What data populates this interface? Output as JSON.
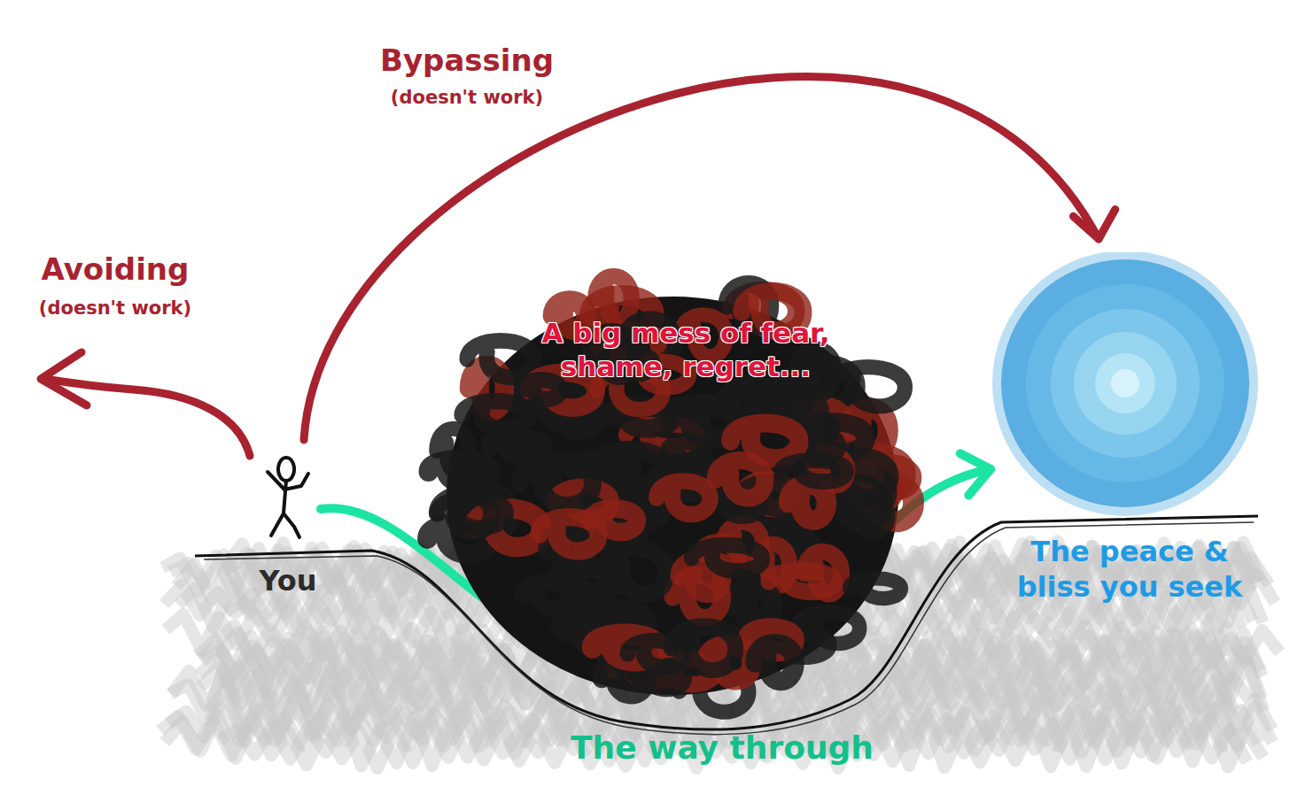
{
  "diagram": {
    "nodes": [
      {
        "text": [
          "You"
        ]
      },
      {
        "text": [
          "A big mess of fear, shame, regret..."
        ]
      },
      {
        "text": [
          "The peace & bliss you seek"
        ]
      }
    ],
    "edges": [
      {
        "from": 0,
        "to": 2,
        "arrow": "to",
        "label": "Bypassing"
      },
      {
        "from": 0,
        "to": 2,
        "arrow": "to",
        "label": "The way through"
      }
    ],
    "labels": [
      "(doesn't work)",
      "Avoiding",
      "(doesn't work)"
    ]
  }
}
